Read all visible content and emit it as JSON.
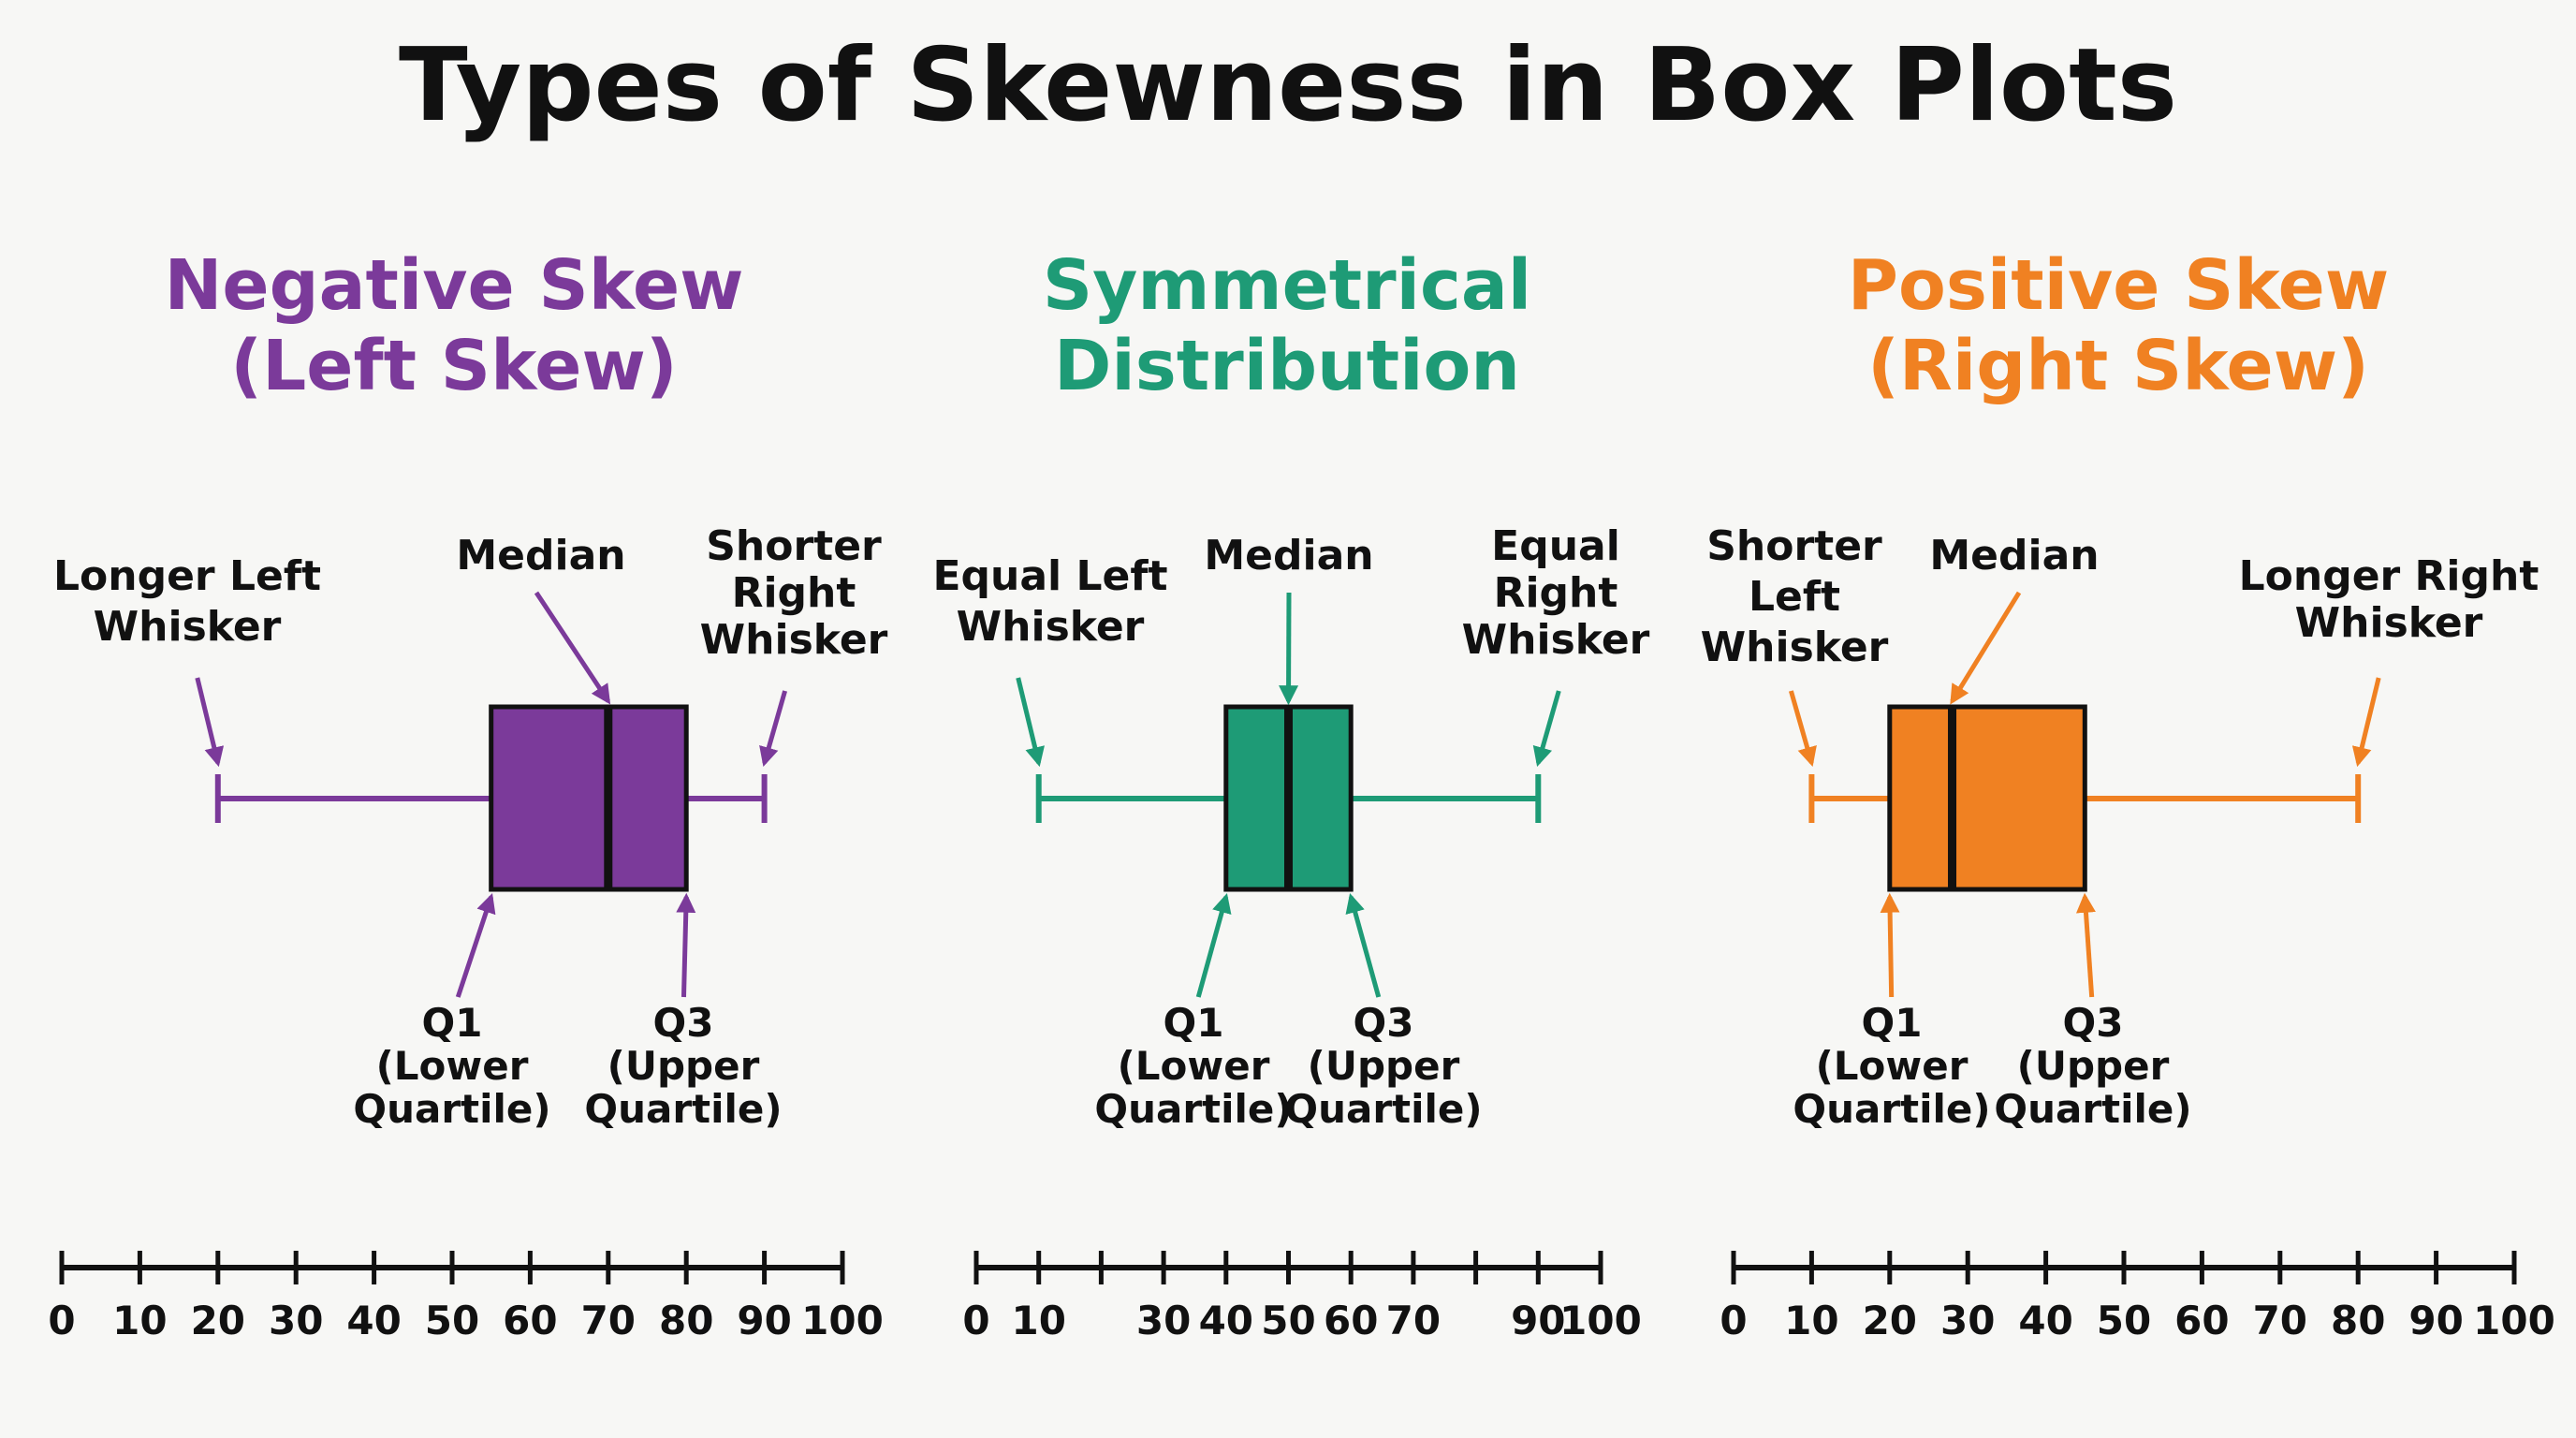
{
  "title": "Types of Skewness in Box Plots",
  "panels": [
    {
      "key": "negative",
      "color": "#7b3a9a",
      "heading": [
        "Negative Skew",
        "(Left Skew)"
      ],
      "left_whisker_label": [
        "Longer Left",
        "Whisker"
      ],
      "median_label": "Median",
      "right_whisker_label": [
        "Shorter",
        "Right",
        "Whisker"
      ],
      "q1_label": [
        "Q1",
        "(Lower",
        "Quartile)"
      ],
      "q3_label": [
        "Q3",
        "(Upper",
        "Quartile)"
      ],
      "box": {
        "min": 20,
        "q1": 55,
        "median": 70,
        "q3": 80,
        "max": 90
      },
      "axis_ticks": [
        "0",
        "10",
        "20",
        "30",
        "40",
        "50",
        "60",
        "70",
        "80",
        "90",
        "100"
      ]
    },
    {
      "key": "symmetrical",
      "color": "#1e9b76",
      "heading": [
        "Symmetrical",
        "Distribution"
      ],
      "left_whisker_label": [
        "Equal Left",
        "Whisker"
      ],
      "median_label": "Median",
      "right_whisker_label": [
        "Equal",
        "Right",
        "Whisker"
      ],
      "q1_label": [
        "Q1",
        "(Lower",
        "Quartile)"
      ],
      "q3_label": [
        "Q3",
        "(Upper",
        "Quartile)"
      ],
      "box": {
        "min": 10,
        "q1": 40,
        "median": 50,
        "q3": 60,
        "max": 90
      },
      "axis_ticks": [
        "0",
        "10",
        "30",
        "40",
        "50",
        "60",
        "70",
        "90",
        "100"
      ]
    },
    {
      "key": "positive",
      "color": "#f08122",
      "heading": [
        "Positive Skew",
        "(Right Skew)"
      ],
      "left_whisker_label": [
        "Shorter",
        "Left",
        "Whisker"
      ],
      "median_label": "Median",
      "right_whisker_label": [
        "Longer Right",
        "Whisker"
      ],
      "q1_label": [
        "Q1",
        "(Lower",
        "Quartile)"
      ],
      "q3_label": [
        "Q3",
        "(Upper",
        "Quartile)"
      ],
      "box": {
        "min": 10,
        "q1": 20,
        "median": 28,
        "q3": 45,
        "max": 80
      },
      "axis_ticks": [
        "0",
        "10",
        "20",
        "30",
        "40",
        "50",
        "60",
        "70",
        "80",
        "90",
        "100"
      ]
    }
  ]
}
